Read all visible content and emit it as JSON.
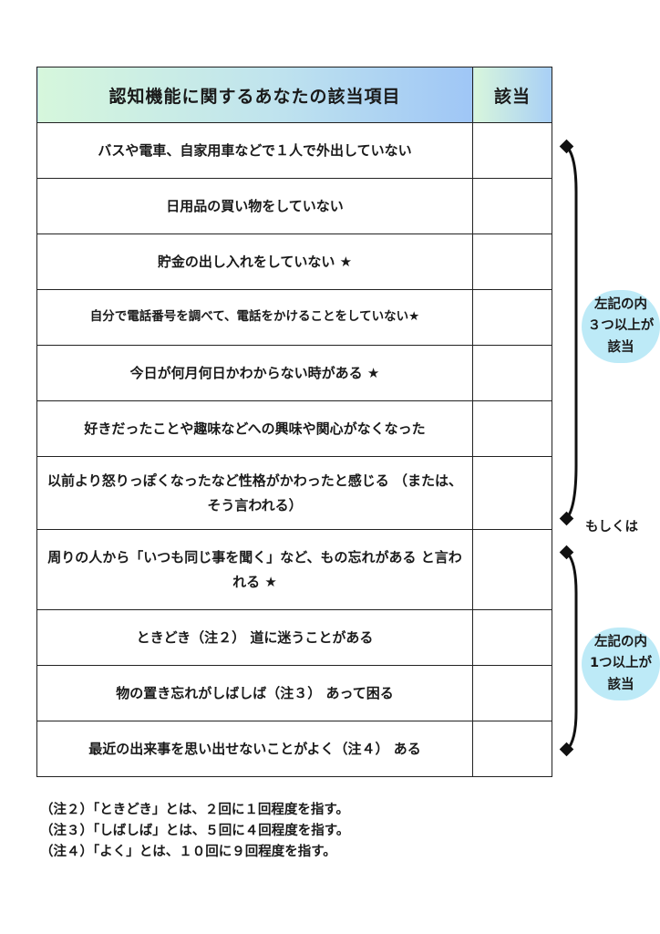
{
  "table": {
    "header_item": "認知機能に関するあなたの該当項目",
    "header_check": "該当",
    "group1": [
      "バスや電車、自家用車などで１人で外出していない",
      "日用品の買い物をしていない",
      "貯金の出し入れをしていない ★",
      "自分で電話番号を調べて、電話をかけることをしていない★",
      "今日が何月何日かわからない時がある ★",
      "好きだったことや趣味などへの興味や関心がなくなった",
      "以前より怒りっぽくなったなど性格がかわったと感じる （または、そう言われる）"
    ],
    "group2": [
      "周りの人から「いつも同じ事を聞く」など、もの忘れがある と言われる ★",
      "ときどき（注２） 道に迷うことがある",
      "物の置き忘れがしばしば（注３） あって困る",
      "最近の出来事を思い出せないことがよく（注４） ある"
    ]
  },
  "side": {
    "group1_line1": "左記の内",
    "group1_line2": "３つ以上が",
    "group1_line3": "該当",
    "or_label": "もしくは",
    "group2_line1": "左記の内",
    "group2_line2": "1つ以上が",
    "group2_line3": "該当"
  },
  "notes": [
    "（注２）「ときどき」とは、２回に１回程度を指す。",
    "（注３）「しばしば」とは、５回に４回程度を指す。",
    "（注４）「よく」とは、１０回に９回程度を指す。"
  ]
}
